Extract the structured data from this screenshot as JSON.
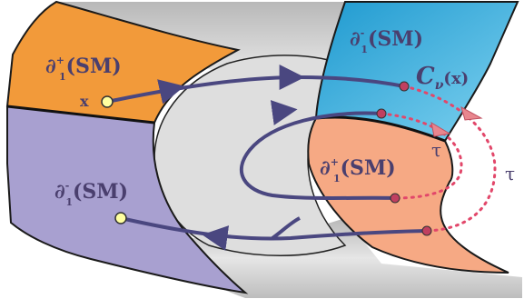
{
  "labels": {
    "top_left": {
      "base": "∂",
      "sup": "+",
      "sub": "1",
      "rest": "(SM)"
    },
    "top_right": {
      "base": "∂",
      "sup": "-",
      "sub": "1",
      "rest": "(SM)"
    },
    "bottom_left": {
      "base": "∂",
      "sup": "-",
      "sub": "1",
      "rest": "(SM)"
    },
    "mid_right": {
      "base": "∂",
      "sup": "+",
      "sub": "1",
      "rest": "(SM)"
    },
    "point_x": "x",
    "curve": {
      "C": "C",
      "sub": "ν",
      "arg": "(x)"
    },
    "tau_inner": "τ",
    "tau_outer": "τ"
  },
  "colors": {
    "orange_surface": "#f29a3a",
    "lavender_surface": "#a8a0d0",
    "blue_surface_dark": "#2aa6d8",
    "blue_surface_light": "#6ccbee",
    "peach_surface": "#f6a984",
    "gray_band": "#c8c8c8",
    "inner_gray": "#dedede",
    "curve_color": "#4a4780",
    "dotted_color": "#e2476a",
    "arrow_pink": "#e8868e",
    "point_fill": "#ffffa0",
    "dot_fill": "#c04060"
  }
}
